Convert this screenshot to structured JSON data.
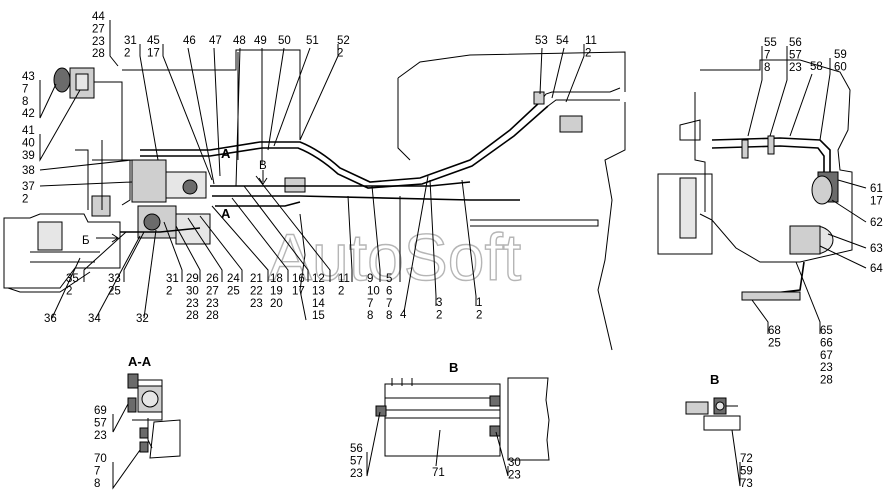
{
  "watermark": "AutoSoft",
  "section_titles": {
    "aa": "А-А",
    "b_mid": "В",
    "b_right": "В"
  },
  "view_markers": {
    "a_top": "А",
    "a_mid": "А",
    "b_small": "Б",
    "v_small": "В"
  },
  "callouts": {
    "c44": [
      "44",
      "27",
      "23",
      "28"
    ],
    "c31a": [
      "31",
      "2"
    ],
    "c45": [
      "45",
      "17"
    ],
    "c46": [
      "46"
    ],
    "c47": [
      "47"
    ],
    "c48": [
      "48"
    ],
    "c49": [
      "49"
    ],
    "c50": [
      "50"
    ],
    "c51": [
      "51"
    ],
    "c52": [
      "52",
      "2"
    ],
    "c53": [
      "53"
    ],
    "c54": [
      "54"
    ],
    "c11a": [
      "11",
      "2"
    ],
    "c55": [
      "55",
      "7",
      "8"
    ],
    "c56": [
      "56",
      "57",
      "23"
    ],
    "c58": [
      "58"
    ],
    "c59": [
      "59",
      "60"
    ],
    "c43": [
      "43",
      "7",
      "8",
      "42"
    ],
    "c41": [
      "41",
      "40",
      "39"
    ],
    "c38": [
      "38"
    ],
    "c37": [
      "37",
      "2"
    ],
    "c61": [
      "61",
      "17"
    ],
    "c62": [
      "62"
    ],
    "c63": [
      "63"
    ],
    "c64": [
      "64"
    ],
    "c35": [
      "35",
      "2"
    ],
    "c36": [
      "36"
    ],
    "c33": [
      "33",
      "25"
    ],
    "c34": [
      "34"
    ],
    "c32": [
      "32"
    ],
    "c31b": [
      "31",
      "2"
    ],
    "c29": [
      "29",
      "30",
      "23",
      "28"
    ],
    "c26": [
      "26",
      "27",
      "23",
      "28"
    ],
    "c24": [
      "24",
      "25"
    ],
    "c21": [
      "21",
      "22",
      "23"
    ],
    "c18": [
      "18",
      "19",
      "20"
    ],
    "c16": [
      "16",
      "17"
    ],
    "c12": [
      "12",
      "13",
      "14",
      "15"
    ],
    "c11b": [
      "11",
      "2"
    ],
    "c9": [
      "9",
      "10",
      "7",
      "8"
    ],
    "c5": [
      "5",
      "6",
      "7",
      "8"
    ],
    "c4": [
      "4"
    ],
    "c3": [
      "3",
      "2"
    ],
    "c1": [
      "1",
      "2"
    ],
    "c68": [
      "68",
      "25"
    ],
    "c65": [
      "65",
      "66",
      "67",
      "23",
      "28"
    ],
    "c69": [
      "69",
      "57",
      "23"
    ],
    "c70": [
      "70",
      "7",
      "8"
    ],
    "c56b": [
      "56",
      "57",
      "23"
    ],
    "c71": [
      "71"
    ],
    "c30": [
      "30",
      "23"
    ],
    "c72": [
      "72",
      "59",
      "73"
    ]
  }
}
